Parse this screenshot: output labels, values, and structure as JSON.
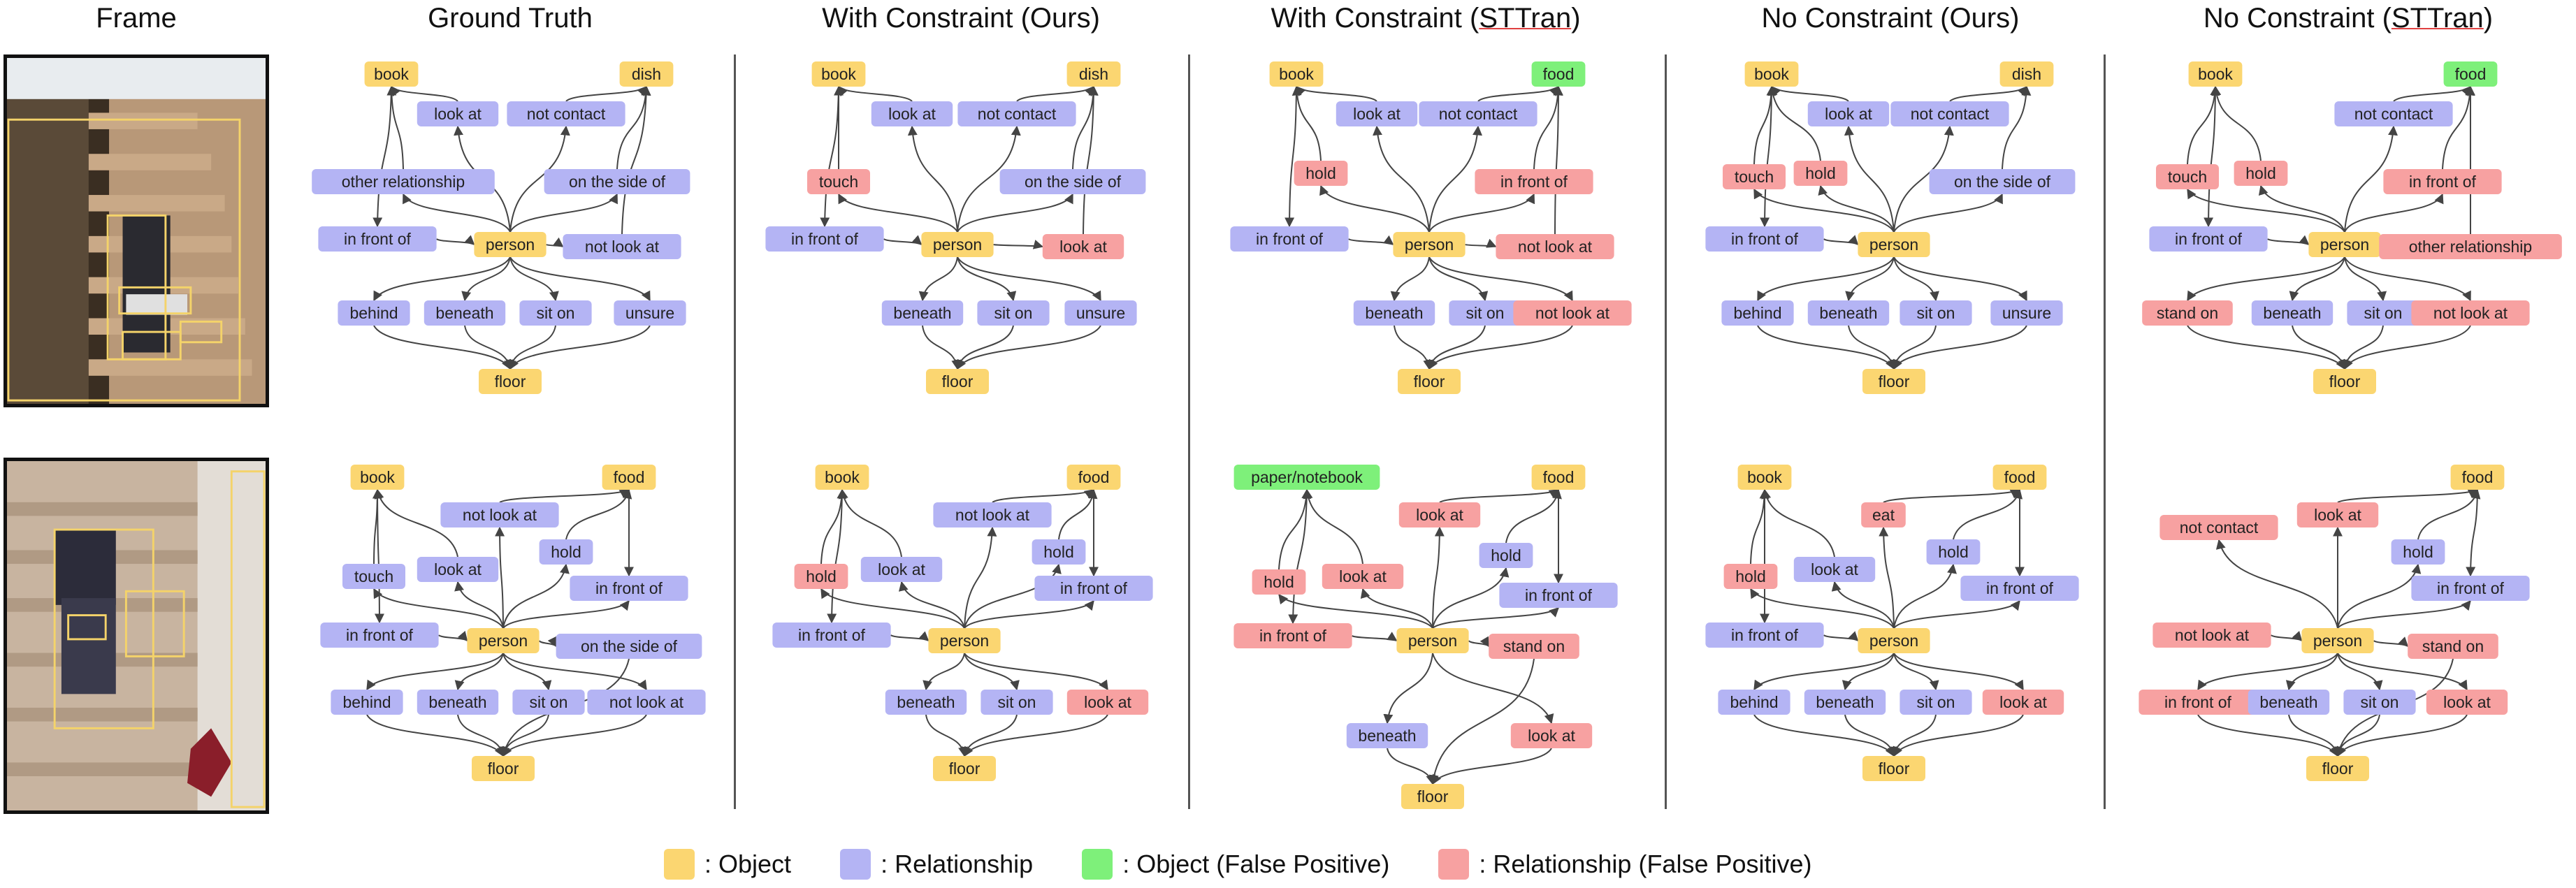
{
  "colors": {
    "object": "#fbd671",
    "relationship": "#b4b4f4",
    "object_fp": "#7ef07a",
    "relationship_fp": "#f7a1a1"
  },
  "columns": [
    {
      "title": "Frame"
    },
    {
      "title": "Ground Truth"
    },
    {
      "title": "With Constraint (Ours)"
    },
    {
      "title_prefix": "With Constraint (",
      "title_underlined": "STTran",
      "title_suffix": ")"
    },
    {
      "title": "No Constraint (Ours)"
    },
    {
      "title_prefix": "No Constraint (",
      "title_underlined": "STTran",
      "title_suffix": ")"
    }
  ],
  "legend": [
    {
      "color_key": "object",
      "label": ": Object"
    },
    {
      "color_key": "relationship",
      "label": ": Relationship"
    },
    {
      "color_key": "object_fp",
      "label": ": Object (False Positive)"
    },
    {
      "color_key": "relationship_fp",
      "label": ": Relationship (False Positive)"
    }
  ],
  "graphs": [
    {
      "row": 0,
      "col": 0,
      "nodes": [
        {
          "id": "book",
          "label": "book",
          "t": "object"
        },
        {
          "id": "dish",
          "label": "dish",
          "t": "object"
        },
        {
          "id": "r1",
          "label": "look at",
          "t": "relationship"
        },
        {
          "id": "r2",
          "label": "not contact",
          "t": "relationship"
        },
        {
          "id": "r3",
          "label": "other relationship",
          "t": "relationship"
        },
        {
          "id": "r4",
          "label": "on the side of",
          "t": "relationship"
        },
        {
          "id": "r5",
          "label": "in front of",
          "t": "relationship"
        },
        {
          "id": "person",
          "label": "person",
          "t": "object"
        },
        {
          "id": "r6",
          "label": "not look at",
          "t": "relationship"
        },
        {
          "id": "b1",
          "label": "behind",
          "t": "relationship"
        },
        {
          "id": "b2",
          "label": "beneath",
          "t": "relationship"
        },
        {
          "id": "b3",
          "label": "sit on",
          "t": "relationship"
        },
        {
          "id": "b4",
          "label": "unsure",
          "t": "relationship"
        },
        {
          "id": "floor",
          "label": "floor",
          "t": "object"
        }
      ]
    },
    {
      "row": 0,
      "col": 1,
      "nodes": [
        {
          "id": "book",
          "label": "book",
          "t": "object"
        },
        {
          "id": "dish",
          "label": "dish",
          "t": "object"
        },
        {
          "id": "r1",
          "label": "look at",
          "t": "relationship"
        },
        {
          "id": "r2",
          "label": "not contact",
          "t": "relationship"
        },
        {
          "id": "r3",
          "label": "touch",
          "t": "relationship_fp"
        },
        {
          "id": "r4",
          "label": "on the side of",
          "t": "relationship"
        },
        {
          "id": "r5",
          "label": "in front of",
          "t": "relationship"
        },
        {
          "id": "person",
          "label": "person",
          "t": "object"
        },
        {
          "id": "r6",
          "label": "look at",
          "t": "relationship_fp"
        },
        {
          "id": "b2",
          "label": "beneath",
          "t": "relationship"
        },
        {
          "id": "b3",
          "label": "sit on",
          "t": "relationship"
        },
        {
          "id": "b4",
          "label": "unsure",
          "t": "relationship"
        },
        {
          "id": "floor",
          "label": "floor",
          "t": "object"
        }
      ]
    },
    {
      "row": 0,
      "col": 2,
      "nodes": [
        {
          "id": "book",
          "label": "book",
          "t": "object"
        },
        {
          "id": "dish",
          "label": "food",
          "t": "object_fp"
        },
        {
          "id": "r1",
          "label": "look at",
          "t": "relationship"
        },
        {
          "id": "r2",
          "label": "not contact",
          "t": "relationship"
        },
        {
          "id": "r3",
          "label": "hold",
          "t": "relationship_fp"
        },
        {
          "id": "r4",
          "label": "in front of",
          "t": "relationship_fp"
        },
        {
          "id": "r5",
          "label": "in front of",
          "t": "relationship"
        },
        {
          "id": "person",
          "label": "person",
          "t": "object"
        },
        {
          "id": "r6",
          "label": "not look at",
          "t": "relationship_fp"
        },
        {
          "id": "b2",
          "label": "beneath",
          "t": "relationship"
        },
        {
          "id": "b3",
          "label": "sit on",
          "t": "relationship"
        },
        {
          "id": "b4",
          "label": "not look at",
          "t": "relationship_fp"
        },
        {
          "id": "floor",
          "label": "floor",
          "t": "object"
        }
      ]
    },
    {
      "row": 0,
      "col": 3,
      "nodes": [
        {
          "id": "book",
          "label": "book",
          "t": "object"
        },
        {
          "id": "dish",
          "label": "dish",
          "t": "object"
        },
        {
          "id": "r1",
          "label": "look at",
          "t": "relationship"
        },
        {
          "id": "r2",
          "label": "not contact",
          "t": "relationship"
        },
        {
          "id": "r3",
          "label": "touch",
          "t": "relationship_fp"
        },
        {
          "id": "r3b",
          "label": "hold",
          "t": "relationship_fp"
        },
        {
          "id": "r4",
          "label": "on the side of",
          "t": "relationship"
        },
        {
          "id": "r5",
          "label": "in front of",
          "t": "relationship"
        },
        {
          "id": "person",
          "label": "person",
          "t": "object"
        },
        {
          "id": "b1",
          "label": "behind",
          "t": "relationship"
        },
        {
          "id": "b2",
          "label": "beneath",
          "t": "relationship"
        },
        {
          "id": "b3",
          "label": "sit on",
          "t": "relationship"
        },
        {
          "id": "b4",
          "label": "unsure",
          "t": "relationship"
        },
        {
          "id": "floor",
          "label": "floor",
          "t": "object"
        }
      ]
    },
    {
      "row": 0,
      "col": 4,
      "nodes": [
        {
          "id": "book",
          "label": "book",
          "t": "object"
        },
        {
          "id": "dish",
          "label": "food",
          "t": "object_fp"
        },
        {
          "id": "r2",
          "label": "not contact",
          "t": "relationship"
        },
        {
          "id": "r3",
          "label": "touch",
          "t": "relationship_fp"
        },
        {
          "id": "r3b",
          "label": "hold",
          "t": "relationship_fp"
        },
        {
          "id": "r4",
          "label": "in front of",
          "t": "relationship_fp"
        },
        {
          "id": "r5",
          "label": "in front of",
          "t": "relationship"
        },
        {
          "id": "person",
          "label": "person",
          "t": "object"
        },
        {
          "id": "r6",
          "label": "other relationship",
          "t": "relationship_fp"
        },
        {
          "id": "b1",
          "label": "stand on",
          "t": "relationship_fp"
        },
        {
          "id": "b2",
          "label": "beneath",
          "t": "relationship"
        },
        {
          "id": "b3",
          "label": "sit on",
          "t": "relationship"
        },
        {
          "id": "b4",
          "label": "not look at",
          "t": "relationship_fp"
        },
        {
          "id": "floor",
          "label": "floor",
          "t": "object"
        }
      ]
    },
    {
      "row": 1,
      "col": 0,
      "nodes": [
        {
          "id": "book",
          "label": "book",
          "t": "object"
        },
        {
          "id": "food",
          "label": "food",
          "t": "object"
        },
        {
          "id": "r2",
          "label": "not look at",
          "t": "relationship"
        },
        {
          "id": "rh",
          "label": "hold",
          "t": "relationship"
        },
        {
          "id": "r3",
          "label": "touch",
          "t": "relationship"
        },
        {
          "id": "r1",
          "label": "look at",
          "t": "relationship"
        },
        {
          "id": "r4",
          "label": "in front of",
          "t": "relationship"
        },
        {
          "id": "r5",
          "label": "in front of",
          "t": "relationship"
        },
        {
          "id": "person",
          "label": "person",
          "t": "object"
        },
        {
          "id": "r6",
          "label": "on the side of",
          "t": "relationship"
        },
        {
          "id": "b1",
          "label": "behind",
          "t": "relationship"
        },
        {
          "id": "b2",
          "label": "beneath",
          "t": "relationship"
        },
        {
          "id": "b3",
          "label": "sit on",
          "t": "relationship"
        },
        {
          "id": "b4",
          "label": "not look at",
          "t": "relationship"
        },
        {
          "id": "floor",
          "label": "floor",
          "t": "object"
        }
      ]
    },
    {
      "row": 1,
      "col": 1,
      "nodes": [
        {
          "id": "book",
          "label": "book",
          "t": "object"
        },
        {
          "id": "food",
          "label": "food",
          "t": "object"
        },
        {
          "id": "r2",
          "label": "not look at",
          "t": "relationship"
        },
        {
          "id": "rh",
          "label": "hold",
          "t": "relationship"
        },
        {
          "id": "r3",
          "label": "hold",
          "t": "relationship_fp"
        },
        {
          "id": "r1",
          "label": "look at",
          "t": "relationship"
        },
        {
          "id": "r4",
          "label": "in front of",
          "t": "relationship"
        },
        {
          "id": "r5",
          "label": "in front of",
          "t": "relationship"
        },
        {
          "id": "person",
          "label": "person",
          "t": "object"
        },
        {
          "id": "b2",
          "label": "beneath",
          "t": "relationship"
        },
        {
          "id": "b3",
          "label": "sit on",
          "t": "relationship"
        },
        {
          "id": "b4",
          "label": "look at",
          "t": "relationship_fp"
        },
        {
          "id": "floor",
          "label": "floor",
          "t": "object"
        }
      ]
    },
    {
      "row": 1,
      "col": 2,
      "nodes": [
        {
          "id": "book",
          "label": "paper/notebook",
          "t": "object_fp"
        },
        {
          "id": "food",
          "label": "food",
          "t": "object"
        },
        {
          "id": "r2",
          "label": "look at",
          "t": "relationship_fp"
        },
        {
          "id": "rh",
          "label": "hold",
          "t": "relationship"
        },
        {
          "id": "r3",
          "label": "hold",
          "t": "relationship_fp"
        },
        {
          "id": "r1",
          "label": "look at",
          "t": "relationship_fp"
        },
        {
          "id": "r4",
          "label": "in front of",
          "t": "relationship"
        },
        {
          "id": "r5",
          "label": "in front of",
          "t": "relationship_fp"
        },
        {
          "id": "person",
          "label": "person",
          "t": "object"
        },
        {
          "id": "r6",
          "label": "stand on",
          "t": "relationship_fp"
        },
        {
          "id": "b2",
          "label": "beneath",
          "t": "relationship"
        },
        {
          "id": "b4",
          "label": "look at",
          "t": "relationship_fp"
        },
        {
          "id": "floor",
          "label": "floor",
          "t": "object"
        }
      ]
    },
    {
      "row": 1,
      "col": 3,
      "nodes": [
        {
          "id": "book",
          "label": "book",
          "t": "object"
        },
        {
          "id": "food",
          "label": "food",
          "t": "object"
        },
        {
          "id": "r2",
          "label": "eat",
          "t": "relationship_fp"
        },
        {
          "id": "rh",
          "label": "hold",
          "t": "relationship"
        },
        {
          "id": "r3",
          "label": "hold",
          "t": "relationship_fp"
        },
        {
          "id": "r1",
          "label": "look at",
          "t": "relationship"
        },
        {
          "id": "r4",
          "label": "in front of",
          "t": "relationship"
        },
        {
          "id": "r5",
          "label": "in front of",
          "t": "relationship"
        },
        {
          "id": "person",
          "label": "person",
          "t": "object"
        },
        {
          "id": "b1",
          "label": "behind",
          "t": "relationship"
        },
        {
          "id": "b2",
          "label": "beneath",
          "t": "relationship"
        },
        {
          "id": "b3",
          "label": "sit on",
          "t": "relationship"
        },
        {
          "id": "b4",
          "label": "look at",
          "t": "relationship_fp"
        },
        {
          "id": "floor",
          "label": "floor",
          "t": "object"
        }
      ]
    },
    {
      "row": 1,
      "col": 4,
      "nodes": [
        {
          "id": "food",
          "label": "food",
          "t": "object"
        },
        {
          "id": "r3",
          "label": "not contact",
          "t": "relationship_fp"
        },
        {
          "id": "r2",
          "label": "look at",
          "t": "relationship_fp"
        },
        {
          "id": "rh",
          "label": "hold",
          "t": "relationship"
        },
        {
          "id": "r4",
          "label": "in front of",
          "t": "relationship"
        },
        {
          "id": "r5",
          "label": "not look at",
          "t": "relationship_fp"
        },
        {
          "id": "person",
          "label": "person",
          "t": "object"
        },
        {
          "id": "r6",
          "label": "stand on",
          "t": "relationship_fp"
        },
        {
          "id": "b1",
          "label": "in front of",
          "t": "relationship_fp"
        },
        {
          "id": "b2",
          "label": "beneath",
          "t": "relationship"
        },
        {
          "id": "b3",
          "label": "sit on",
          "t": "relationship"
        },
        {
          "id": "b4",
          "label": "look at",
          "t": "relationship_fp"
        },
        {
          "id": "floor",
          "label": "floor",
          "t": "object"
        }
      ]
    }
  ]
}
